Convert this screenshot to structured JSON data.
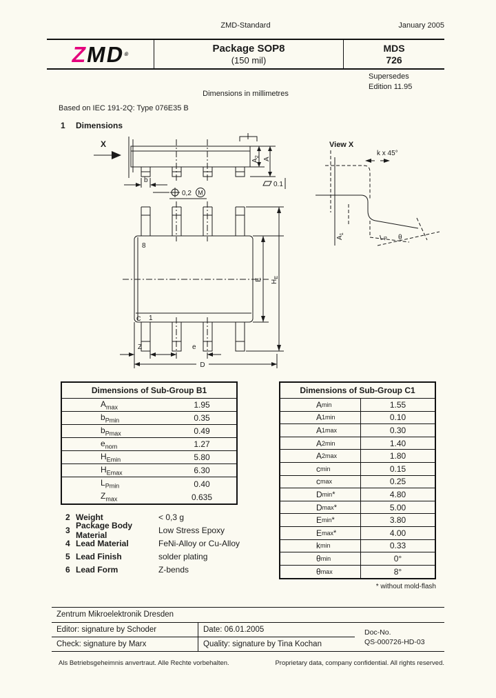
{
  "colors": {
    "brand_pink": "#E4007C",
    "paper": "#FBFAF1"
  },
  "header": {
    "standard": "ZMD-Standard",
    "date": "January 2005",
    "logo": {
      "z": "Z",
      "md": "MD",
      "reg": "®"
    },
    "title": "Package SOP8",
    "subtitle": "(150 mil)",
    "doc_type": "MDS",
    "doc_num": "726",
    "supersedes": "Supersedes",
    "edition": "Edition 11.95"
  },
  "notes": {
    "units": "Dimensions in millimetres",
    "based_on": "Based on IEC 191-2Q: Type 076E35 B"
  },
  "section": {
    "num": "1",
    "title": "Dimensions"
  },
  "drawing": {
    "x_label": "X",
    "view_x": "View X",
    "chamfer": "k x 45°",
    "b": "b",
    "pos_tol_value": "0,2",
    "mmc_symbol": "M",
    "a2_base": "A",
    "a2_sub": "2",
    "a_label": "A",
    "flatness_value": "0.1",
    "a1_base": "A",
    "a1_sub": "1",
    "lp_base": "L",
    "lp_sub": "P",
    "theta": "θ",
    "pin8": "8",
    "index_c": "C",
    "pin1": "1",
    "e_label": "E",
    "he_base": "H",
    "he_sub": "E",
    "z_label": "Z",
    "pitch_e": "e",
    "d_label": "D"
  },
  "table_b1": {
    "title": "Dimensions of Sub-Group B1",
    "rows": [
      {
        "base": "A",
        "sub": "max",
        "value": "1.95"
      },
      {
        "base": "b",
        "sub": "Pmin",
        "value": "0.35"
      },
      {
        "base": "b",
        "sub": "Pmax",
        "value": "0.49"
      },
      {
        "base": "e",
        "sub": "nom",
        "value": "1.27"
      },
      {
        "base": "H",
        "sub": "Emin",
        "value": "5.80"
      },
      {
        "base": "H",
        "sub": "Emax",
        "value": "6.30"
      },
      {
        "base": "L",
        "sub": "Pmin",
        "value": "0.40"
      },
      {
        "base": "Z",
        "sub": "max",
        "value": "0.635"
      }
    ]
  },
  "table_c1": {
    "title": "Dimensions of Sub-Group C1",
    "rows": [
      {
        "base": "A",
        "sub": "min",
        "value": "1.55"
      },
      {
        "base": "A",
        "sub": "1min",
        "value": "0.10"
      },
      {
        "base": "A",
        "sub": "1max",
        "value": "0.30"
      },
      {
        "base": "A",
        "sub": "2min",
        "value": "1.40"
      },
      {
        "base": "A",
        "sub": "2max",
        "value": "1.80"
      },
      {
        "base": "c",
        "sub": "min",
        "value": "0.15"
      },
      {
        "base": "c",
        "sub": "max",
        "value": "0.25"
      },
      {
        "base": "D",
        "sub": "min",
        "star": "*",
        "value": "4.80"
      },
      {
        "base": "D",
        "sub": "max",
        "star": "*",
        "value": "5.00"
      },
      {
        "base": "E",
        "sub": "min",
        "star": "*",
        "value": "3.80"
      },
      {
        "base": "E",
        "sub": "max",
        "star": "*",
        "value": "4.00"
      },
      {
        "base": "k",
        "sub": "min",
        "value": "0.33"
      },
      {
        "base": "θ",
        "sub": "min",
        "value": "0°"
      },
      {
        "base": "θ",
        "sub": "max",
        "value": "8°"
      }
    ],
    "footnote": "* without mold-flash"
  },
  "properties": {
    "items": [
      {
        "num": "2",
        "label": "Weight",
        "value": "< 0,3 g"
      },
      {
        "num": "3",
        "label": "Package Body Material",
        "value": "Low Stress Epoxy"
      },
      {
        "num": "4",
        "label": "Lead Material",
        "value": "FeNi-Alloy or Cu-Alloy"
      },
      {
        "num": "5",
        "label": "Lead Finish",
        "value": "solder plating"
      },
      {
        "num": "6",
        "label": "Lead Form",
        "value": "Z-bends"
      }
    ]
  },
  "footer": {
    "company": "Zentrum Mikroelektronik Dresden",
    "editor": "Editor: signature by Schoder",
    "date": "Date: 06.01.2005",
    "check": "Check: signature by Marx",
    "quality": "Quality: signature by Tina Kochan",
    "docno_label": "Doc-No.",
    "docno": "QS-000726-HD-03",
    "legal_de": "Als Betriebsgeheimnis anvertraut. Alle Rechte vorbehalten.",
    "legal_en": "Proprietary data, company confidential. All rights reserved."
  }
}
